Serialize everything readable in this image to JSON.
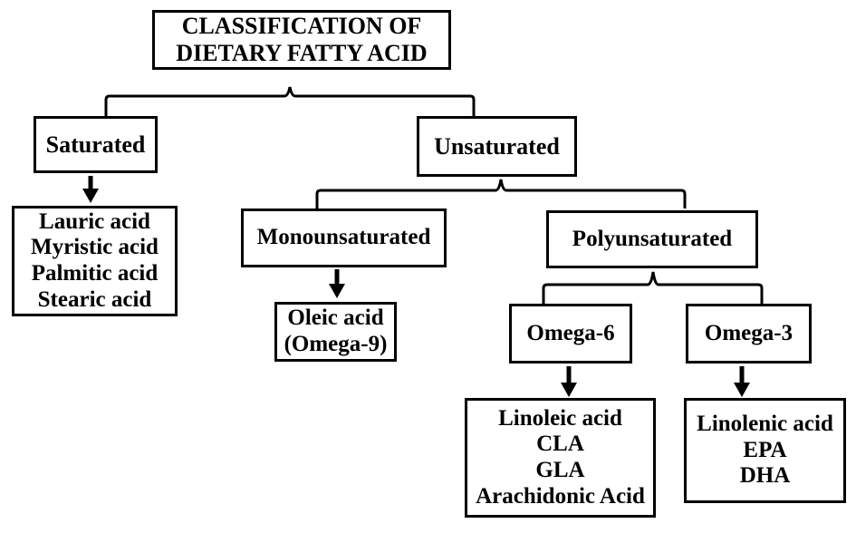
{
  "title": {
    "line1": "CLASSIFICATION OF",
    "line2": "DIETARY FATTY ACID"
  },
  "nodes": {
    "saturated": "Saturated",
    "unsaturated": "Unsaturated",
    "monounsaturated": "Monounsaturated",
    "polyunsaturated": "Polyunsaturated",
    "omega6": "Omega-6",
    "omega3": "Omega-3"
  },
  "lists": {
    "saturated": [
      "Lauric acid",
      "Myristic acid",
      "Palmitic acid",
      "Stearic acid"
    ],
    "mono": [
      "Oleic acid",
      "(Omega-9)"
    ],
    "omega6": [
      "Linoleic acid",
      "CLA",
      "GLA",
      "Arachidonic Acid"
    ],
    "omega3": [
      "Linolenic acid",
      "EPA",
      "DHA"
    ]
  }
}
